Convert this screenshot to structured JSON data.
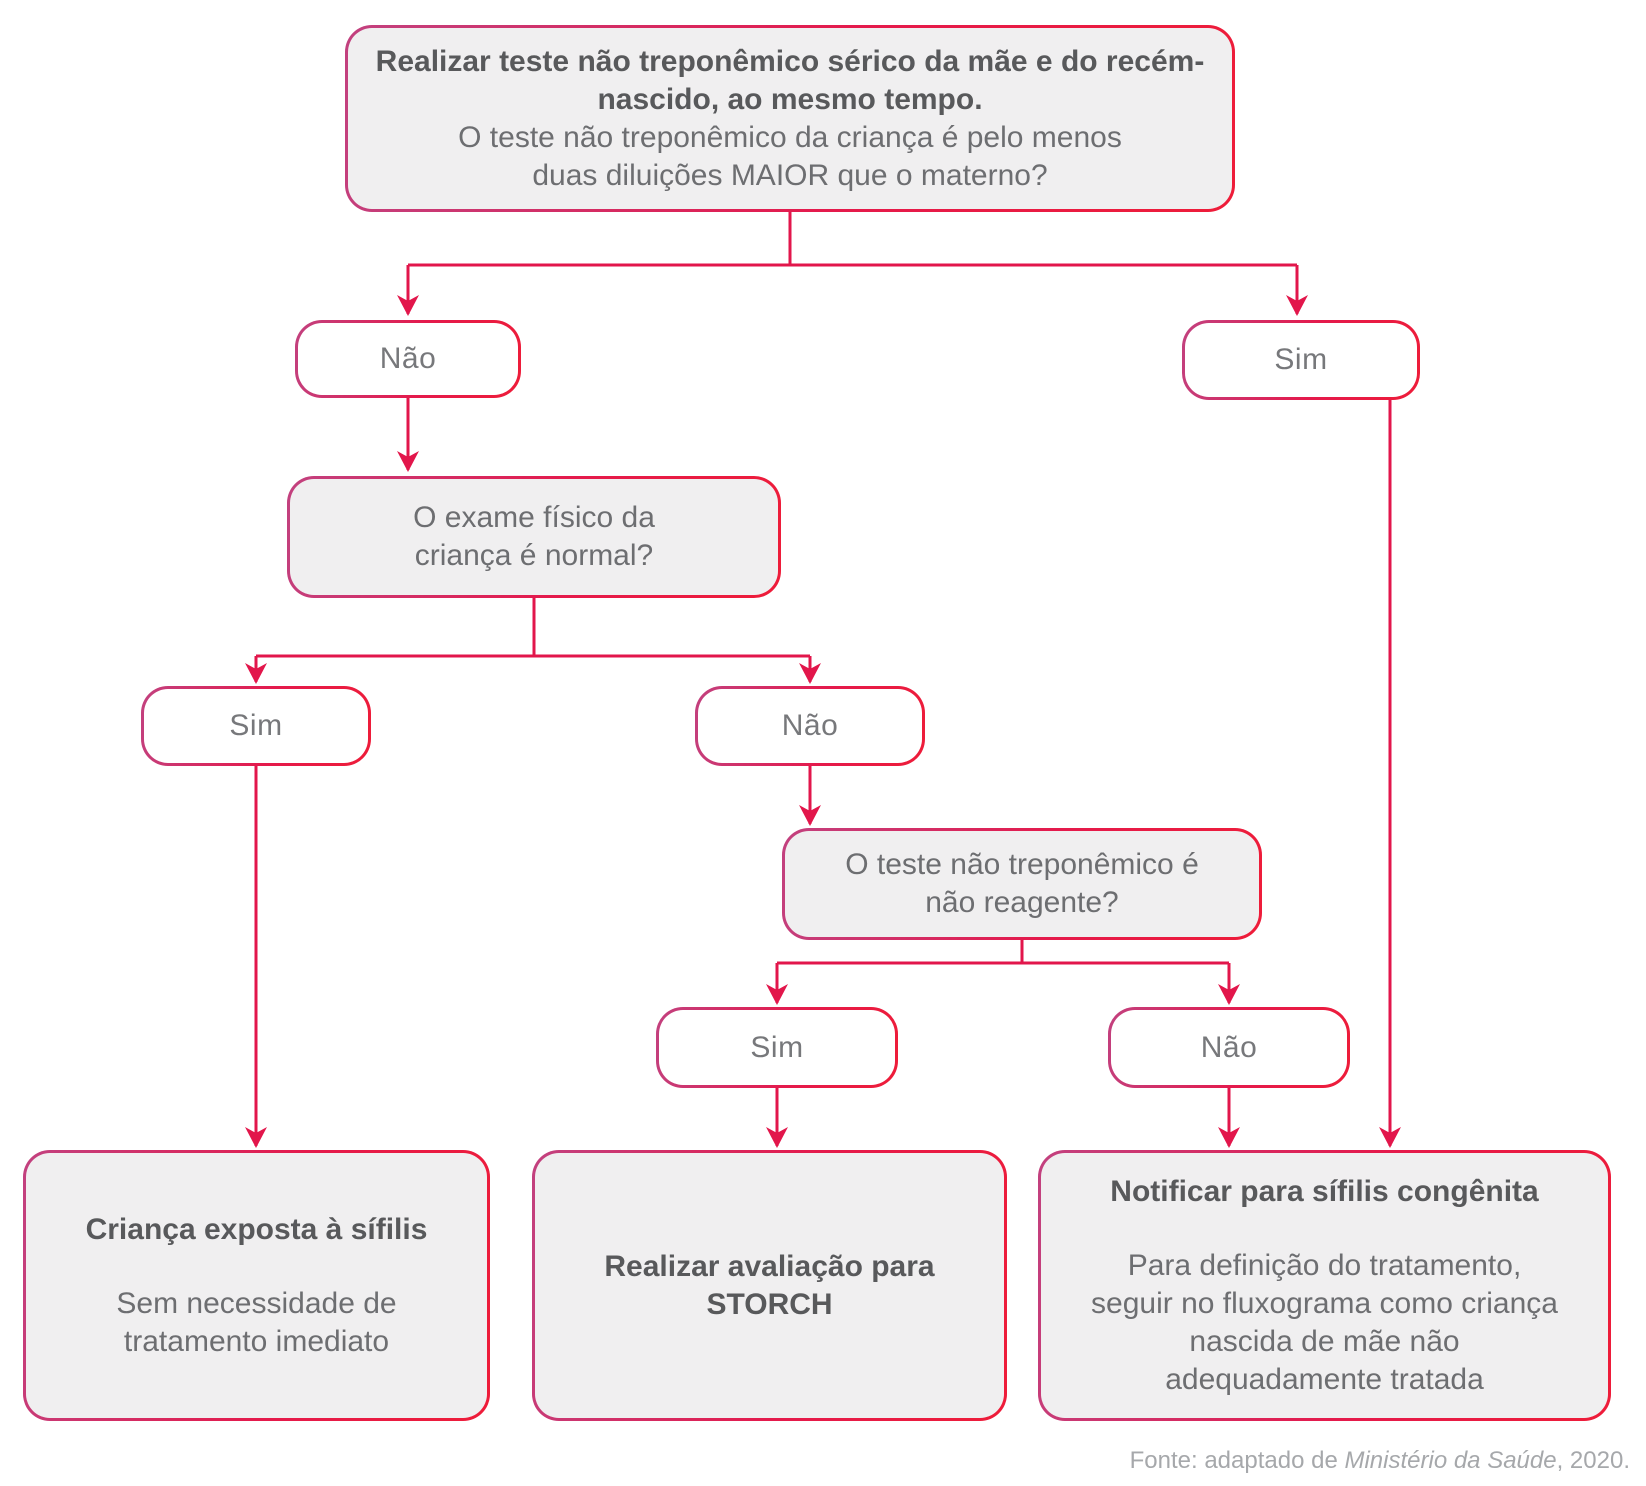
{
  "diagram": {
    "nodes": {
      "root": {
        "bold": "Realizar teste não treponêmico sérico da mãe e do recém-nascido, ao mesmo tempo.",
        "question": "O teste não treponêmico da criança é pelo menos duas diluições MAIOR que o materno?"
      },
      "dilution_no": "Não",
      "dilution_yes": "Sim",
      "exam_question": "O exame físico da criança é normal?",
      "exam_yes": "Sim",
      "exam_no": "Não",
      "test_question": "O teste não treponêmico é não reagente?",
      "test_yes": "Sim",
      "test_no": "Não",
      "outcome_exposed": {
        "title": "Criança exposta à sífilis",
        "body": "Sem necessidade de tratamento imediato"
      },
      "outcome_storch": {
        "title": "Realizar avaliação para STORCH"
      },
      "outcome_notify": {
        "title": "Notificar para sífilis congênita",
        "body": "Para definição do tratamento, seguir no fluxograma como criança nascida de mãe não adequadamente tratada"
      }
    },
    "footer": {
      "prefix": "Fonte: adaptado de ",
      "source_italic": "Ministério da Saúde",
      "suffix": ", 2020."
    },
    "colors": {
      "line": "#e2164b",
      "border_gradient_start": "#c2417f",
      "border_gradient_end": "#ee1c39",
      "box_fill_gray": "#f0eff0",
      "box_fill_white": "#ffffff",
      "text": "#6d6e71",
      "text_bold": "#58595b",
      "footer_text": "#a6a8ab"
    }
  }
}
